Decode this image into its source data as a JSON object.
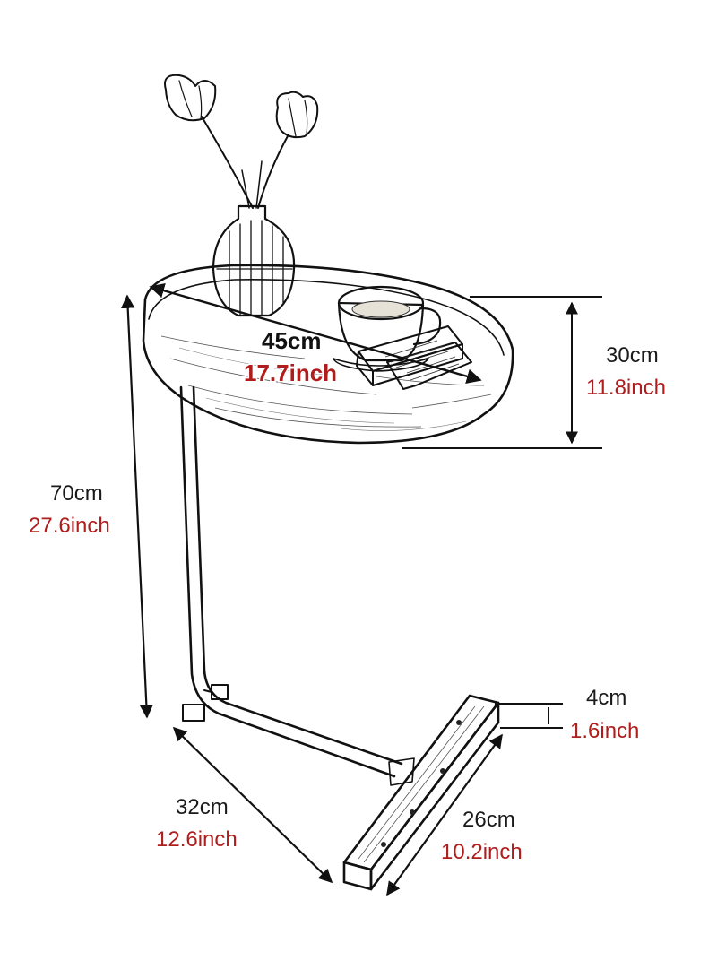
{
  "dimensions": {
    "top_width": {
      "cm": "45cm",
      "inch": "17.7inch"
    },
    "top_depth": {
      "cm": "30cm",
      "inch": "11.8inch"
    },
    "height": {
      "cm": "70cm",
      "inch": "27.6inch"
    },
    "base_thickness": {
      "cm": "4cm",
      "inch": "1.6inch"
    },
    "base_length": {
      "cm": "32cm",
      "inch": "12.6inch"
    },
    "base_width": {
      "cm": "26cm",
      "inch": "10.2inch"
    }
  },
  "colors": {
    "ink": "#111111",
    "accent_text": "#b01d1d",
    "wood": "#f2efe8"
  }
}
